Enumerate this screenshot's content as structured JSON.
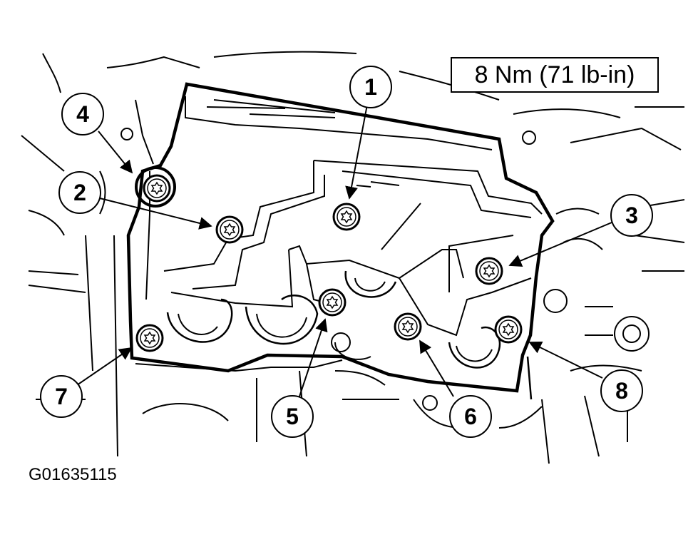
{
  "torque_spec": "8 Nm (71 lb-in)",
  "figure_id": "G01635115",
  "callouts": [
    {
      "label": "1"
    },
    {
      "label": "2"
    },
    {
      "label": "3"
    },
    {
      "label": "4"
    },
    {
      "label": "5"
    },
    {
      "label": "6"
    },
    {
      "label": "7"
    },
    {
      "label": "8"
    }
  ],
  "icons": {
    "bolt": "torx-bolt-icon",
    "pointer": "arrow-icon"
  },
  "colors": {
    "line": "#000000",
    "background": "#ffffff"
  }
}
